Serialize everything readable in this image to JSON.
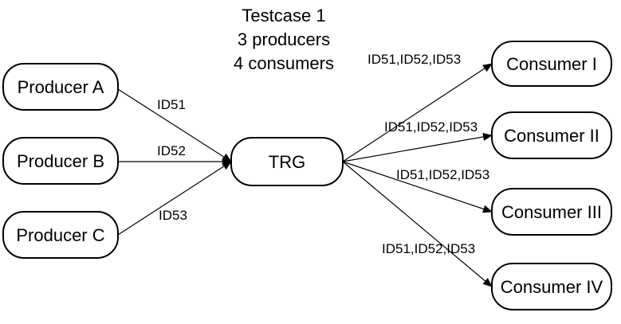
{
  "title": {
    "line1": "Testcase 1",
    "line2": "3 producers",
    "line3": "4 consumers"
  },
  "nodes": {
    "producer_a": "Producer A",
    "producer_b": "Producer B",
    "producer_c": "Producer C",
    "trg": "TRG",
    "consumer_1": "Consumer I",
    "consumer_2": "Consumer II",
    "consumer_3": "Consumer III",
    "consumer_4": "Consumer IV"
  },
  "edges": {
    "a_to_trg": "ID51",
    "b_to_trg": "ID52",
    "c_to_trg": "ID53",
    "trg_to_c1": "ID51,ID52,ID53",
    "trg_to_c2": "ID51,ID52,ID53",
    "trg_to_c3": "ID51,ID52,ID53",
    "trg_to_c4": "ID51,ID52,ID53"
  }
}
